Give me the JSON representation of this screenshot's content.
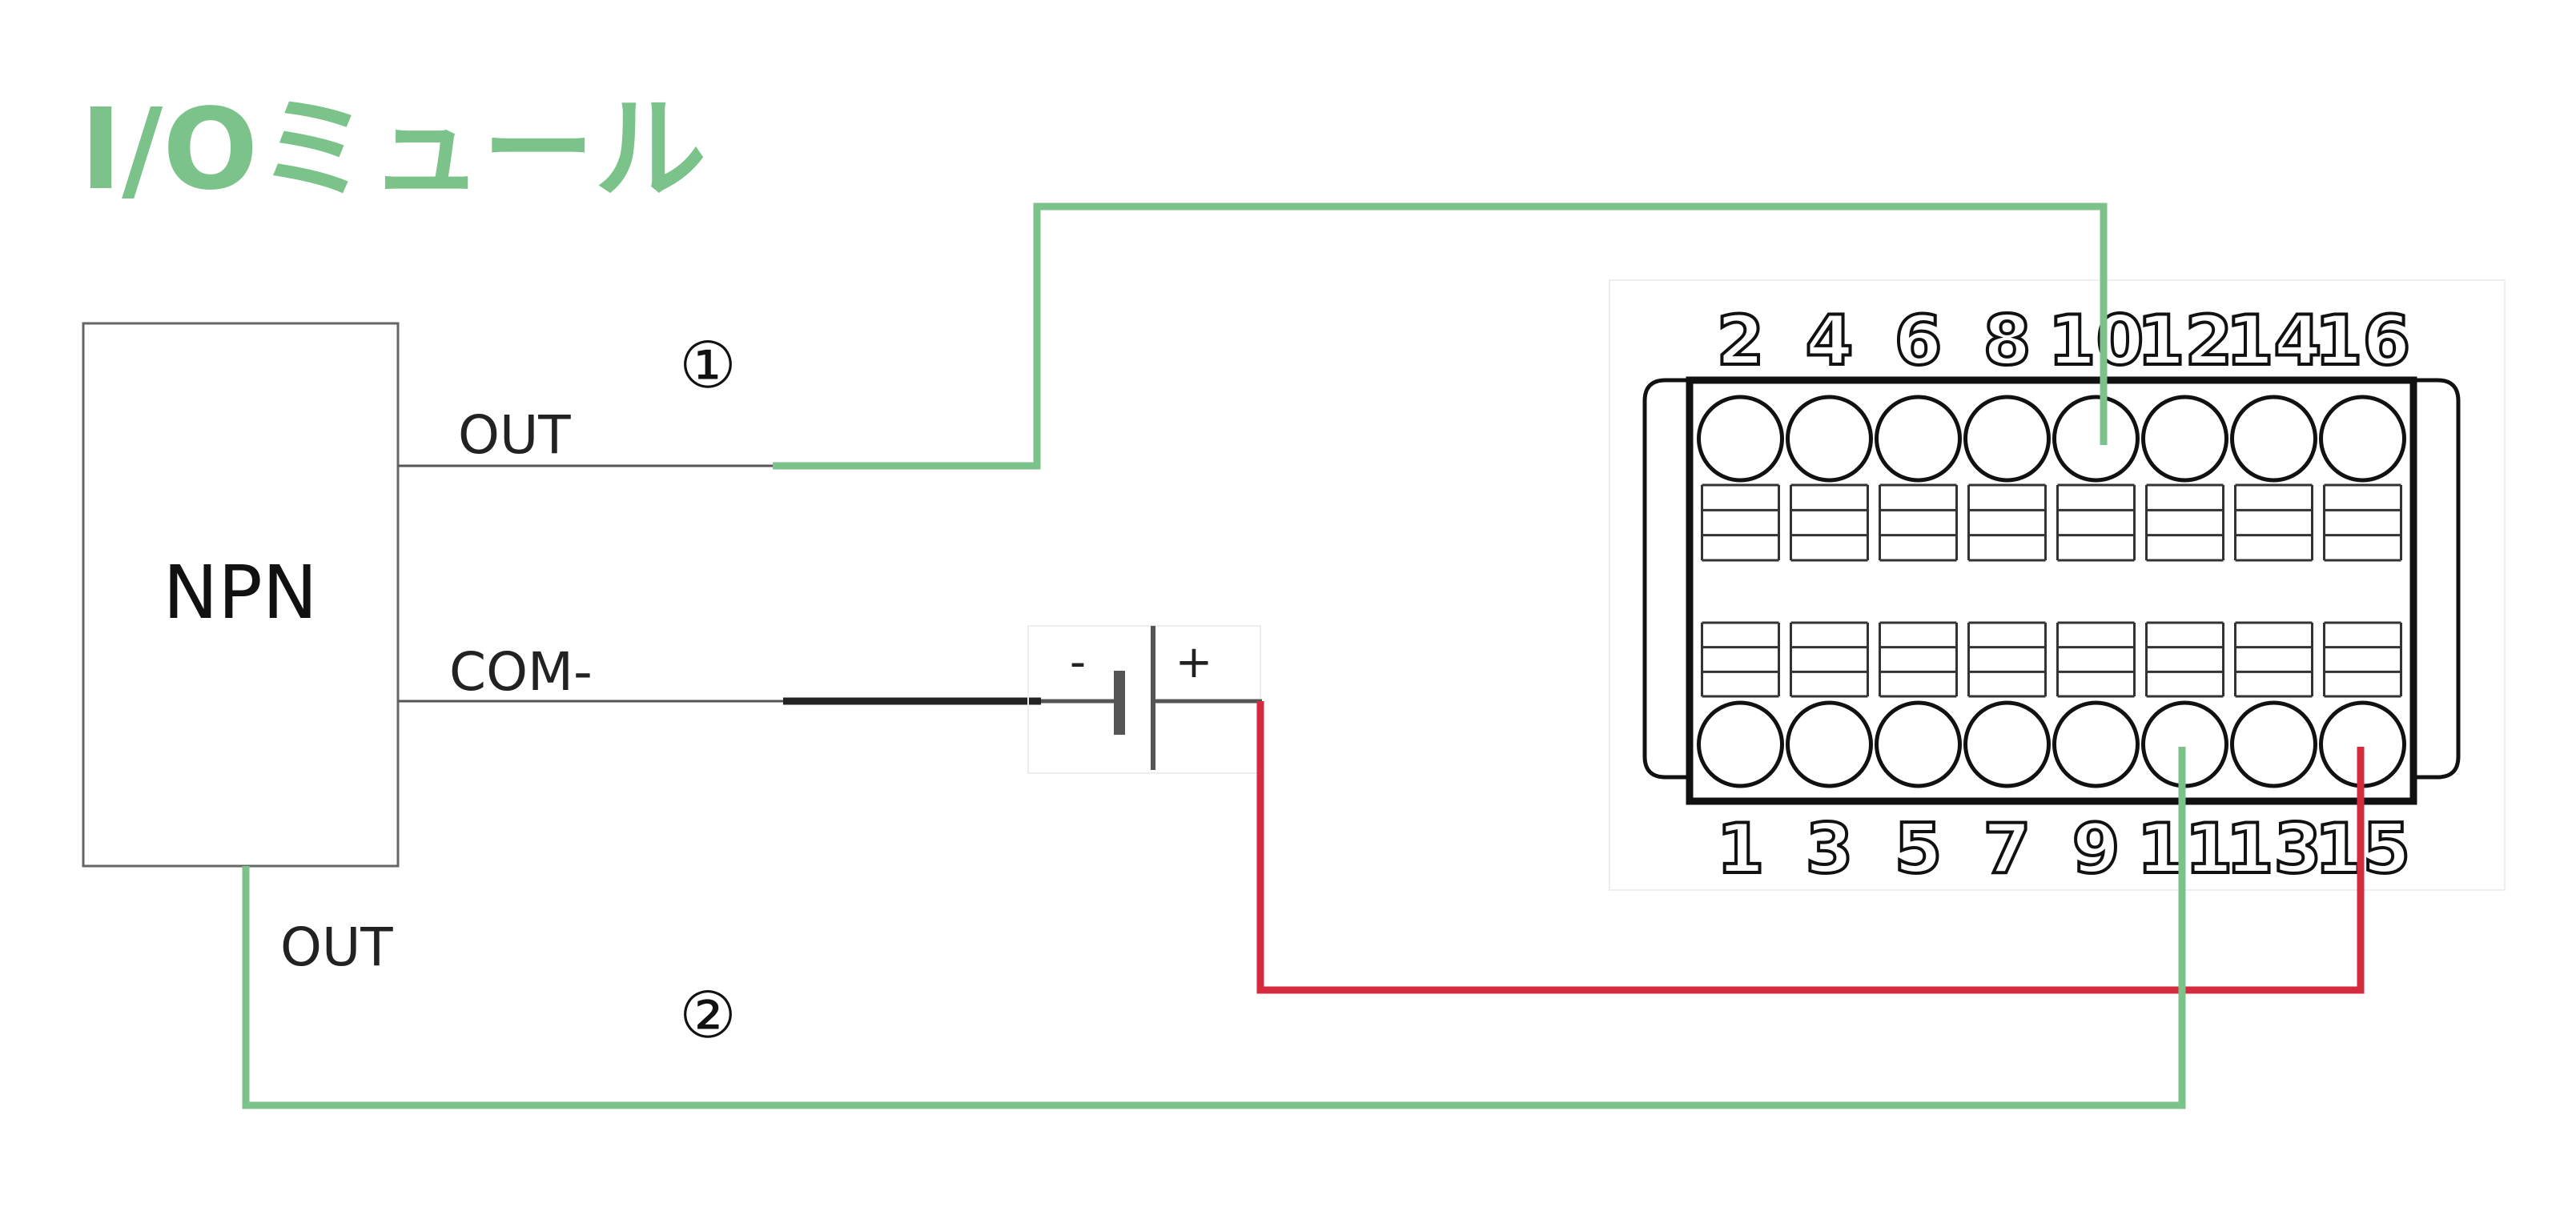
{
  "title": "I/Oミュール",
  "sensor": {
    "name": "NPN",
    "out_label_top": "OUT",
    "com_label": "COM-",
    "out_label_bottom": "OUT"
  },
  "battery": {
    "minus": "-",
    "plus": "+"
  },
  "markers": {
    "one": "①",
    "two": "②"
  },
  "terminal": {
    "top_pins": [
      "2",
      "4",
      "6",
      "8",
      "10",
      "12",
      "14",
      "16"
    ],
    "bottom_pins": [
      "1",
      "3",
      "5",
      "7",
      "9",
      "11",
      "13",
      "15"
    ]
  },
  "colors": {
    "title": "#7cc38b",
    "signal_wire": "#7cc38b",
    "power_wire": "#d62b3e",
    "black_wire": "#222222",
    "thin_wire": "#555555"
  }
}
